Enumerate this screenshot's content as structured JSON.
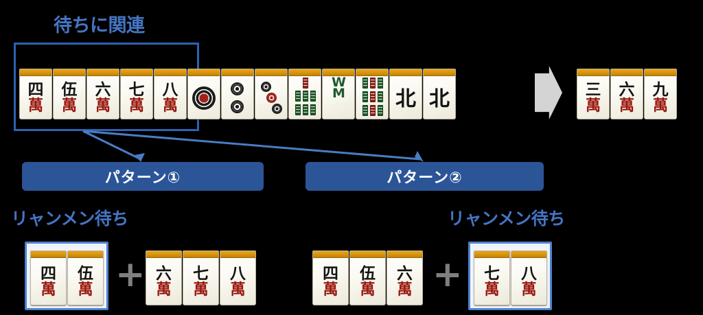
{
  "headings": {
    "machi_related": "待ちに関連",
    "ryanmen_left": "リャンメン待ち",
    "ryanmen_right": "リャンメン待ち"
  },
  "banners": {
    "pattern_1": "パターン①",
    "pattern_2": "パターン②"
  },
  "separators": {
    "plus_left": "+",
    "plus_right": "+"
  },
  "colors": {
    "background": "#000000",
    "accent_blue": "#4575c4",
    "banner_blue": "#2b5597",
    "selection_border": "#2e62b4",
    "highlight_border": "#4e82cf",
    "highlight_fill": "#eef3fb",
    "tile_gold": "#d6920d",
    "tile_face": "#fbfaf3",
    "man_red": "#99180f",
    "bamboo_green": "#1d5a2a",
    "arrow_gray": "#d4d4d4",
    "plus_gray": "#7f7f7f"
  },
  "hand": {
    "name": "main-hand",
    "tiles": [
      {
        "id": "4m",
        "kind": "man",
        "num": "四",
        "suit": "萬"
      },
      {
        "id": "5m",
        "kind": "man",
        "num": "伍",
        "suit": "萬"
      },
      {
        "id": "6m",
        "kind": "man",
        "num": "六",
        "suit": "萬"
      },
      {
        "id": "7m",
        "kind": "man",
        "num": "七",
        "suit": "萬"
      },
      {
        "id": "8m",
        "kind": "man",
        "num": "八",
        "suit": "萬"
      },
      {
        "id": "1p",
        "kind": "pin",
        "count": 1
      },
      {
        "id": "2p",
        "kind": "pin",
        "count": 2
      },
      {
        "id": "3p",
        "kind": "pin",
        "count": 3
      },
      {
        "id": "7s",
        "kind": "sou",
        "count": 7
      },
      {
        "id": "8s",
        "kind": "sou",
        "count": 8
      },
      {
        "id": "9s",
        "kind": "sou",
        "count": 9
      },
      {
        "id": "north1",
        "kind": "honor",
        "num": "北"
      },
      {
        "id": "north2",
        "kind": "honor",
        "num": "北"
      }
    ]
  },
  "winning_tiles": {
    "name": "winning-tiles",
    "tiles": [
      {
        "id": "3m",
        "kind": "man",
        "num": "三",
        "suit": "萬"
      },
      {
        "id": "6m",
        "kind": "man",
        "num": "六",
        "suit": "萬"
      },
      {
        "id": "9m",
        "kind": "man",
        "num": "九",
        "suit": "萬"
      }
    ]
  },
  "combinations": [
    {
      "pattern": "パターン①",
      "group_a": {
        "highlighted": true,
        "tiles": [
          {
            "id": "4m",
            "kind": "man",
            "num": "四",
            "suit": "萬"
          },
          {
            "id": "5m",
            "kind": "man",
            "num": "伍",
            "suit": "萬"
          }
        ]
      },
      "group_b": {
        "highlighted": false,
        "tiles": [
          {
            "id": "6m",
            "kind": "man",
            "num": "六",
            "suit": "萬"
          },
          {
            "id": "7m",
            "kind": "man",
            "num": "七",
            "suit": "萬"
          },
          {
            "id": "8m",
            "kind": "man",
            "num": "八",
            "suit": "萬"
          }
        ]
      }
    },
    {
      "pattern": "パターン②",
      "group_a": {
        "highlighted": false,
        "tiles": [
          {
            "id": "4m",
            "kind": "man",
            "num": "四",
            "suit": "萬"
          },
          {
            "id": "5m",
            "kind": "man",
            "num": "伍",
            "suit": "萬"
          },
          {
            "id": "6m",
            "kind": "man",
            "num": "六",
            "suit": "萬"
          }
        ]
      },
      "group_b": {
        "highlighted": true,
        "tiles": [
          {
            "id": "7m",
            "kind": "man",
            "num": "七",
            "suit": "萬"
          },
          {
            "id": "8m",
            "kind": "man",
            "num": "八",
            "suit": "萬"
          }
        ]
      }
    }
  ],
  "tile_glyphs": {
    "combo_1a": [
      "四",
      "伍"
    ],
    "combo_1b": [
      "六",
      "七",
      "八"
    ],
    "combo_2a": [
      "四",
      "伍",
      "六"
    ],
    "combo_2b": [
      "七",
      "八"
    ],
    "suit_man": "萬"
  }
}
